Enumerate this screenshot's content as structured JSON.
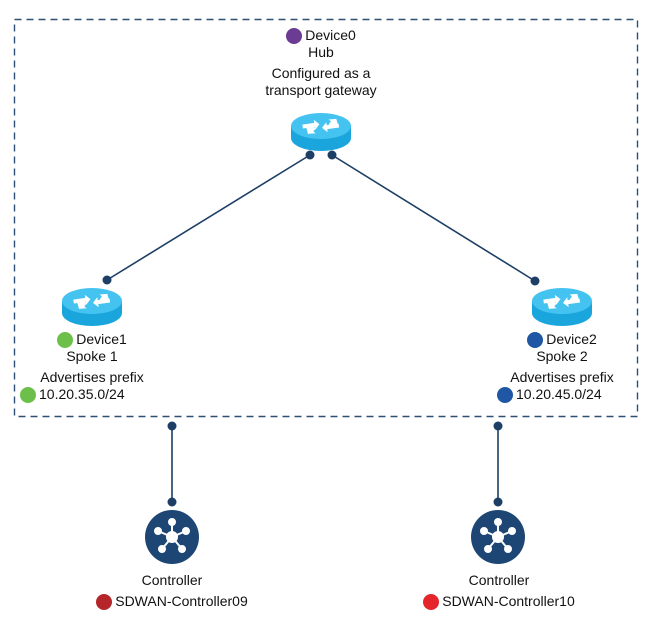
{
  "colors": {
    "border": "#2e4f74",
    "link": "#1d3f66",
    "router_top": "#45c3f0",
    "router_side": "#1aa6dd",
    "controller": "#1d4675",
    "device0_status": "#6b3c93",
    "device1_status": "#6cc04a",
    "device2_status": "#1f57a4",
    "controller09_status": "#b5262a",
    "controller10_status": "#e4262c"
  },
  "hub": {
    "name": "Device0",
    "role": "Hub",
    "note_line1": "Configured as a",
    "note_line2": "transport gateway",
    "icon": "router-icon"
  },
  "spokes": [
    {
      "name": "Device1",
      "role": "Spoke 1",
      "note": "Advertises prefix",
      "prefix": "10.20.35.0/24",
      "icon": "router-icon"
    },
    {
      "name": "Device2",
      "role": "Spoke 2",
      "note": "Advertises prefix",
      "prefix": "10.20.45.0/24",
      "icon": "router-icon"
    }
  ],
  "controllers": [
    {
      "type": "Controller",
      "name": "SDWAN-Controller09",
      "icon": "controller-hub-icon"
    },
    {
      "type": "Controller",
      "name": "SDWAN-Controller10",
      "icon": "controller-hub-icon"
    }
  ]
}
